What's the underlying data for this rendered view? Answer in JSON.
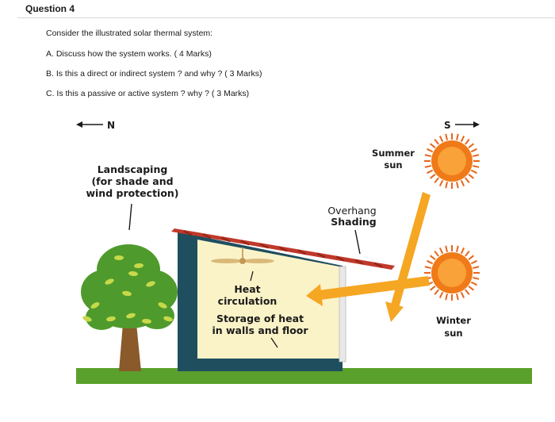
{
  "question": {
    "header": "Question 4",
    "intro": "Consider the illustrated solar thermal system:",
    "parts": [
      "A. Discuss how the system works. ( 4 Marks)",
      "B. Is this a direct or indirect system ? and why ? ( 3 Marks)",
      "C. Is this a passive or active system ? why ? ( 3 Marks)"
    ]
  },
  "diagram": {
    "compass_north": "N",
    "compass_south": "S",
    "summer_sun": [
      "Summer",
      "sun"
    ],
    "winter_sun": [
      "Winter",
      "sun"
    ],
    "landscaping": [
      "Landscaping",
      "(for shade and",
      "wind protection)"
    ],
    "overhang": [
      "Overhang",
      "Shading"
    ],
    "heat_circulation": [
      "Heat",
      "circulation"
    ],
    "storage": [
      "Storage of heat",
      "in walls and floor"
    ],
    "colors": {
      "roof": "#c0392b",
      "wall": "#1f4e5f",
      "interior": "#fbf3c8",
      "ground": "#5aa02c",
      "sun": "#f07a18",
      "arrow": "#f5a623",
      "tree": "#4f9a2c",
      "trunk": "#8a5a2b"
    }
  }
}
